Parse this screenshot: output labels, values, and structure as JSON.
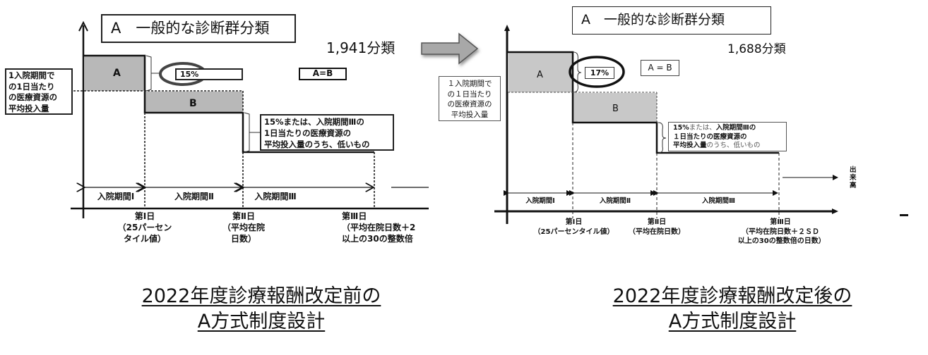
{
  "header_arrow": {
    "icon": "right-arrow-icon",
    "color": "#a8a8a8"
  },
  "left_diagram": {
    "title": "A　一般的な診断群分類",
    "count": "1,941分類",
    "y_axis_label": [
      "1入院期間で",
      "の1日当たり",
      "の医療資源の",
      "平均投入量"
    ],
    "block_a": "A",
    "block_b": "B",
    "percent": "15%",
    "equality": "A=B",
    "note": [
      "15%または、入院期間Ⅲの",
      "1日当たりの医療資源の",
      "平均投入量のうち、低いもの"
    ],
    "periods": [
      "入院期間Ⅰ",
      "入院期間Ⅱ",
      "入院期間Ⅲ"
    ],
    "days": [
      "第Ⅰ日\n（25パーセン\nタイル値）",
      "第Ⅱ日\n（平均在院\n日数）",
      "第Ⅲ日\n（平均在院日数＋2\n以上の30の整数倍"
    ],
    "fill_color": "#b8b8b8"
  },
  "right_diagram": {
    "title": "A　一般的な診断群分類",
    "count": "1,688分類",
    "y_axis_label": [
      "１入院期間で",
      "の１日当たり",
      "の医療資源の",
      "平均投入量"
    ],
    "block_a": "A",
    "block_b": "B",
    "percent": "17%",
    "equality": "A = B",
    "note": {
      "line1_bold_a": "15%",
      "line1_light": "または、",
      "line1_bold_b": "入院期間Ⅲの",
      "line2": "１日当たりの医療資源の",
      "line3_bold": "平均投入量",
      "line3_light": "のうち、低いもの"
    },
    "periods": [
      "入院期間Ⅰ",
      "入院期間Ⅱ",
      "入院期間Ⅲ"
    ],
    "days": [
      "第Ⅰ日\n（25パーセンタイル値）",
      "第Ⅱ日\n（平均在院日数）",
      "第Ⅲ日\n（平均在院日数＋２ＳＤ\n 以上の30の整数倍の日数）"
    ],
    "x_axis_extension_label": "出来高",
    "fill_color": "#c8c8c8"
  },
  "captions": {
    "before": [
      "2022年度診療報酬改定前の",
      "A方式制度設計"
    ],
    "after": [
      "2022年度診療報酬改定後の",
      "A方式制度設計"
    ]
  }
}
